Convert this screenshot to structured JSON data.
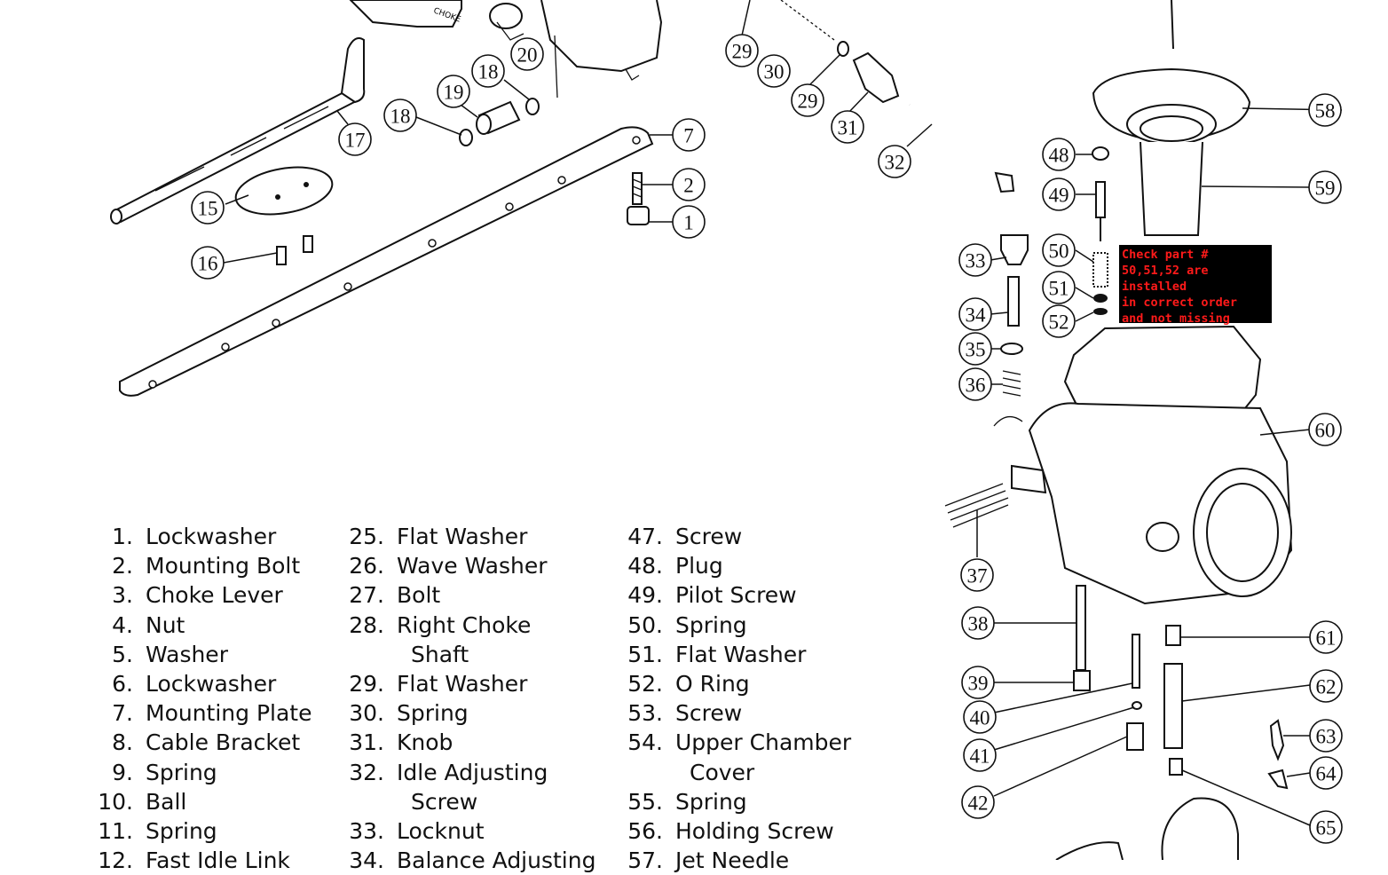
{
  "diagram": {
    "title": "Carburetor exploded parts diagram",
    "top_label": "CHOKE",
    "callouts": [
      "1",
      "2",
      "7",
      "15",
      "16",
      "17",
      "18",
      "18",
      "19",
      "20",
      "29",
      "29",
      "30",
      "31",
      "32",
      "33",
      "34",
      "35",
      "36",
      "37",
      "38",
      "39",
      "40",
      "41",
      "42",
      "48",
      "49",
      "50",
      "51",
      "52",
      "58",
      "59",
      "60",
      "61",
      "62",
      "63",
      "64",
      "65"
    ]
  },
  "annotation": {
    "lines": [
      "Check part #",
      "50,51,52 are",
      "installed",
      "in correct order",
      "and not missing"
    ],
    "text_color": "#ff1a1a",
    "background": "#000000"
  },
  "legend": {
    "columns": [
      [
        {
          "num": "1.",
          "name": "Lockwasher"
        },
        {
          "num": "2.",
          "name": "Mounting Bolt"
        },
        {
          "num": "3.",
          "name": "Choke Lever"
        },
        {
          "num": "4.",
          "name": "Nut"
        },
        {
          "num": "5.",
          "name": "Washer"
        },
        {
          "num": "6.",
          "name": "Lockwasher"
        },
        {
          "num": "7.",
          "name": "Mounting Plate"
        },
        {
          "num": "8.",
          "name": "Cable Bracket"
        },
        {
          "num": "9.",
          "name": "Spring"
        },
        {
          "num": "10.",
          "name": "Ball"
        },
        {
          "num": "11.",
          "name": "Spring"
        },
        {
          "num": "12.",
          "name": "Fast Idle Link"
        }
      ],
      [
        {
          "num": "25.",
          "name": "Flat Washer"
        },
        {
          "num": "26.",
          "name": "Wave Washer"
        },
        {
          "num": "27.",
          "name": "Bolt"
        },
        {
          "num": "28.",
          "name": "Right Choke",
          "cont": "Shaft"
        },
        {
          "num": "29.",
          "name": "Flat Washer"
        },
        {
          "num": "30.",
          "name": "Spring"
        },
        {
          "num": "31.",
          "name": "Knob"
        },
        {
          "num": "32.",
          "name": "Idle Adjusting",
          "cont": "Screw"
        },
        {
          "num": "33.",
          "name": "Locknut"
        },
        {
          "num": "34.",
          "name": "Balance Adjusting"
        }
      ],
      [
        {
          "num": "47.",
          "name": "Screw"
        },
        {
          "num": "48.",
          "name": "Plug"
        },
        {
          "num": "49.",
          "name": "Pilot Screw"
        },
        {
          "num": "50.",
          "name": "Spring"
        },
        {
          "num": "51.",
          "name": "Flat Washer"
        },
        {
          "num": "52.",
          "name": "O Ring"
        },
        {
          "num": "53.",
          "name": "Screw"
        },
        {
          "num": "54.",
          "name": "Upper Chamber",
          "cont": "Cover"
        },
        {
          "num": "55.",
          "name": "Spring"
        },
        {
          "num": "56.",
          "name": "Holding Screw"
        },
        {
          "num": "57.",
          "name": "Jet Needle"
        }
      ]
    ]
  }
}
